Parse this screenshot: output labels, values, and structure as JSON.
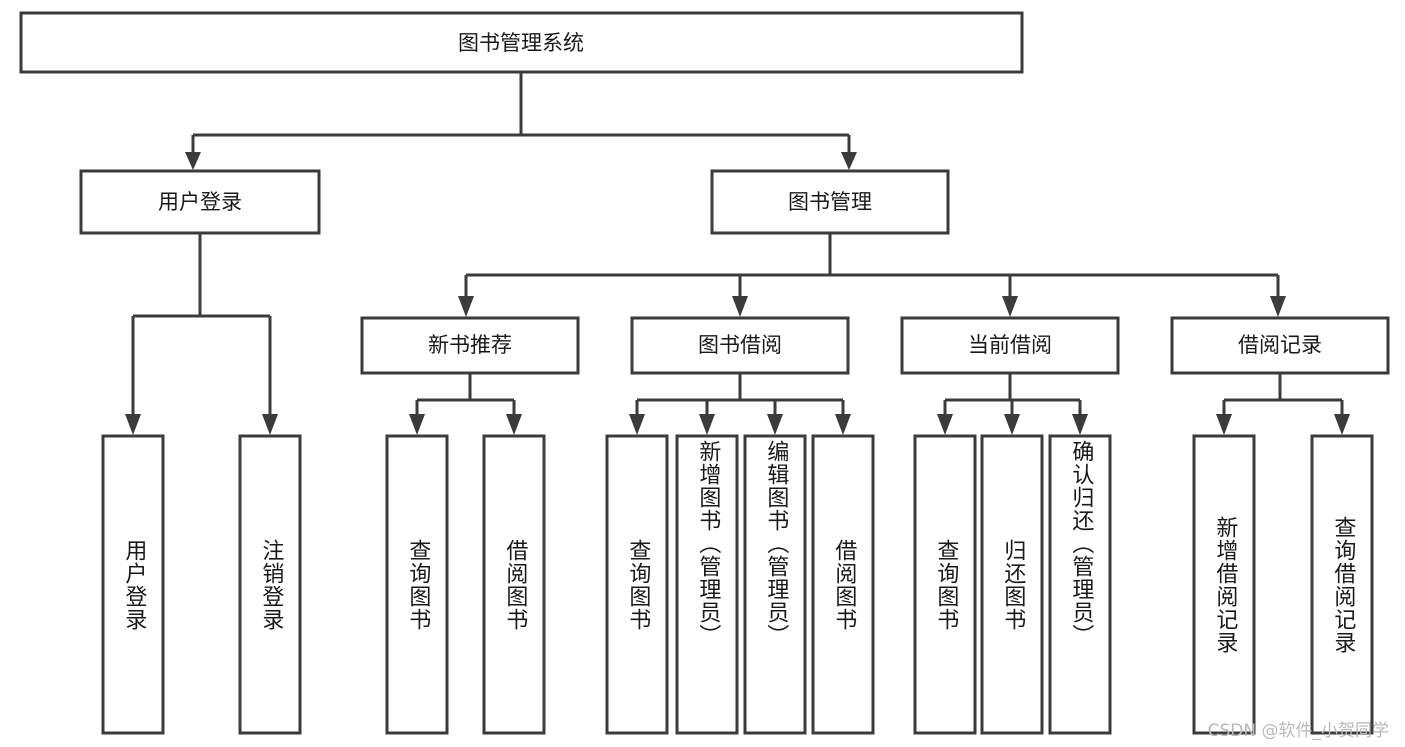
{
  "diagram": {
    "type": "tree-hierarchy",
    "title": "图书管理系统",
    "orientation": "top-down",
    "colors": {
      "box_stroke": "#3b3b3b",
      "box_fill": "#ffffff",
      "connector": "#3b3b3b",
      "text": "#1a1a1a",
      "watermark": "#b9b9b9",
      "background": "#ffffff"
    },
    "root": {
      "id": "root",
      "label": "图书管理系统"
    },
    "level2": [
      {
        "id": "user-login",
        "label": "用户登录"
      },
      {
        "id": "book-management",
        "label": "图书管理"
      }
    ],
    "level3": [
      {
        "id": "new-book-recommend",
        "label": "新书推荐",
        "parent": "book-management"
      },
      {
        "id": "book-borrow",
        "label": "图书借阅",
        "parent": "book-management"
      },
      {
        "id": "current-borrow",
        "label": "当前借阅",
        "parent": "book-management"
      },
      {
        "id": "borrow-record",
        "label": "借阅记录",
        "parent": "book-management"
      }
    ],
    "leaves": [
      {
        "id": "leaf-user-login",
        "label": "用户登录",
        "parent": "user-login"
      },
      {
        "id": "leaf-logout",
        "label": "注销登录",
        "parent": "user-login"
      },
      {
        "id": "leaf-query-book-1",
        "label": "查询图书",
        "parent": "new-book-recommend"
      },
      {
        "id": "leaf-borrow-book-1",
        "label": "借阅图书",
        "parent": "new-book-recommend"
      },
      {
        "id": "leaf-query-book-2",
        "label": "查询图书",
        "parent": "book-borrow"
      },
      {
        "id": "leaf-add-book",
        "label": "新增图书（管理员）",
        "parent": "book-borrow"
      },
      {
        "id": "leaf-edit-book",
        "label": "编辑图书（管理员）",
        "parent": "book-borrow"
      },
      {
        "id": "leaf-borrow-book-2",
        "label": "借阅图书",
        "parent": "book-borrow"
      },
      {
        "id": "leaf-query-book-3",
        "label": "查询图书",
        "parent": "current-borrow"
      },
      {
        "id": "leaf-return-book",
        "label": "归还图书",
        "parent": "current-borrow"
      },
      {
        "id": "leaf-confirm-return",
        "label": "确认归还（管理员）",
        "parent": "current-borrow"
      },
      {
        "id": "leaf-add-record",
        "label": "新增借阅记录",
        "parent": "borrow-record"
      },
      {
        "id": "leaf-query-record",
        "label": "查询借阅记录",
        "parent": "borrow-record"
      }
    ],
    "watermark": "CSDN @软件_小贺同学"
  }
}
